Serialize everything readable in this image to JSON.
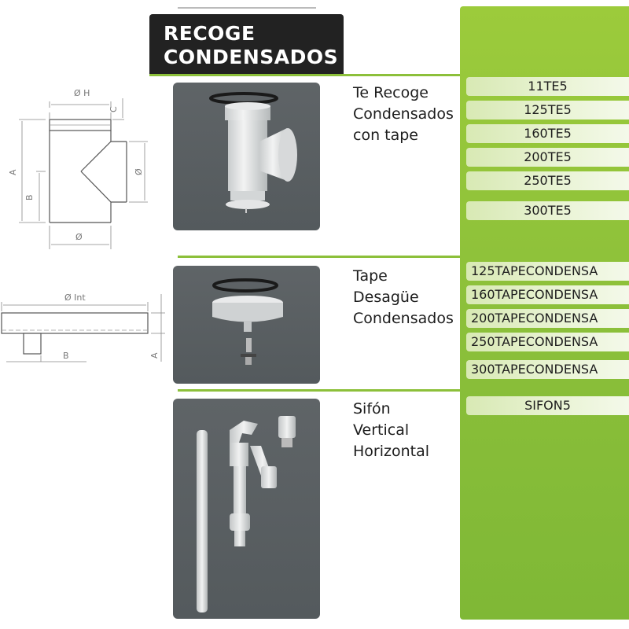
{
  "header": {
    "title_line1": "RECOGE",
    "title_line2": "CONDENSADOS"
  },
  "colors": {
    "accent_green": "#8cc03a",
    "title_bg": "#222222",
    "photo_bg": "#5a5f62"
  },
  "sections": [
    {
      "name_lines": [
        "Te Recoge",
        "Condensados",
        "con tape"
      ],
      "codes": [
        "11TE5",
        "125TE5",
        "160TE5",
        "200TE5",
        "250TE5",
        "300TE5"
      ],
      "diagram_labels": {
        "dia_h": "Ø H",
        "c": "C",
        "a": "A",
        "b": "B",
        "dia_side": "Ø",
        "dia_bottom": "Ø"
      }
    },
    {
      "name_lines": [
        "Tape",
        "Desagüe",
        "Condensados"
      ],
      "codes": [
        "125TAPECONDENSA",
        "160TAPECONDENSA",
        "200TAPECONDENSA",
        "250TAPECONDENSA",
        "300TAPECONDENSA"
      ],
      "diagram_labels": {
        "dia_int": "Ø Int",
        "b": "B",
        "a": "A"
      }
    },
    {
      "name_lines": [
        "Sifón",
        "Vertical",
        "Horizontal"
      ],
      "codes": [
        "SIFON5"
      ]
    }
  ]
}
